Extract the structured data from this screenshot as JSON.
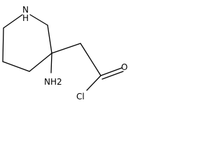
{
  "molecule": {
    "atoms": {
      "nh": "N",
      "nh_h": "H",
      "amino": "NH2",
      "oxygen": "O",
      "chlorine": "Cl"
    }
  }
}
